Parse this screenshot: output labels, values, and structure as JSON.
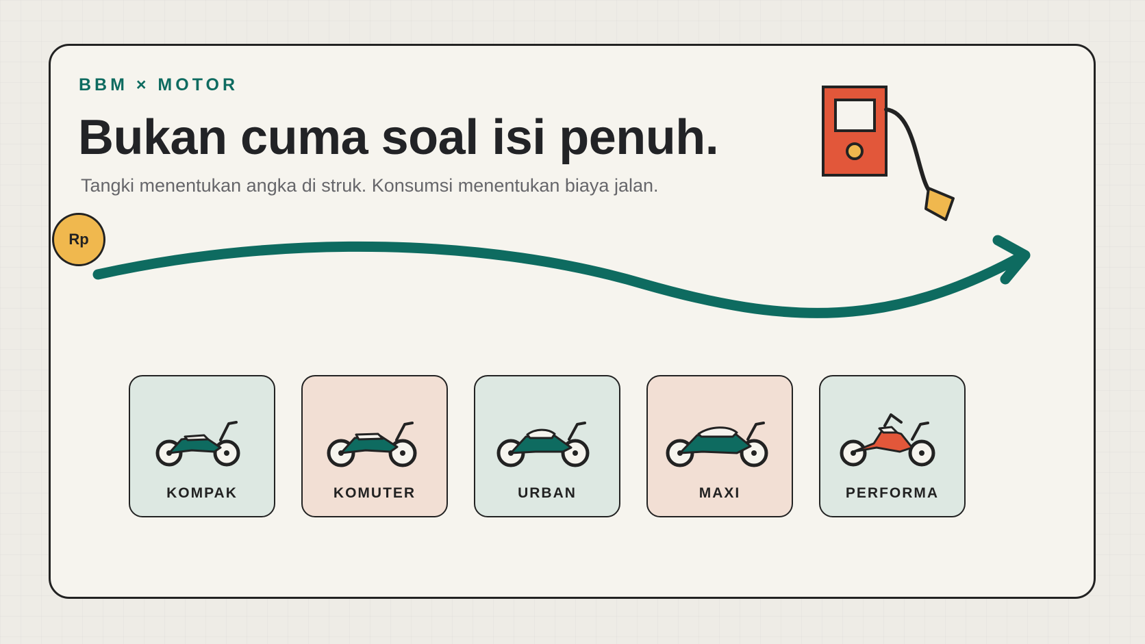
{
  "header": {
    "kicker": "BBM × MOTOR",
    "title": "Bukan cuma soal isi penuh.",
    "subtitle": "Tangki menentukan angka di struk. Konsumsi menentukan biaya jalan."
  },
  "coin": {
    "label": "Rp",
    "color": "#f0b84e"
  },
  "illustration": {
    "pump_icon": "fuel-pump-icon",
    "pump_color": "#e2573a",
    "arrow_icon": "curved-arrow-icon",
    "arrow_color": "#0e6b60"
  },
  "categories": [
    {
      "label": "KOMPAK",
      "icon": "motorcycle-icon",
      "tile_color": "#dde8e2",
      "bike_color": "#0e6b60"
    },
    {
      "label": "KOMUTER",
      "icon": "motorcycle-icon",
      "tile_color": "#f2dfd4",
      "bike_color": "#0e6b60"
    },
    {
      "label": "URBAN",
      "icon": "motorcycle-icon",
      "tile_color": "#dde8e2",
      "bike_color": "#0e6b60"
    },
    {
      "label": "MAXI",
      "icon": "motorcycle-icon",
      "tile_color": "#f2dfd4",
      "bike_color": "#0e6b60"
    },
    {
      "label": "PERFORMA",
      "icon": "motorcycle-icon",
      "tile_color": "#dde8e2",
      "bike_color": "#e2573a"
    }
  ]
}
